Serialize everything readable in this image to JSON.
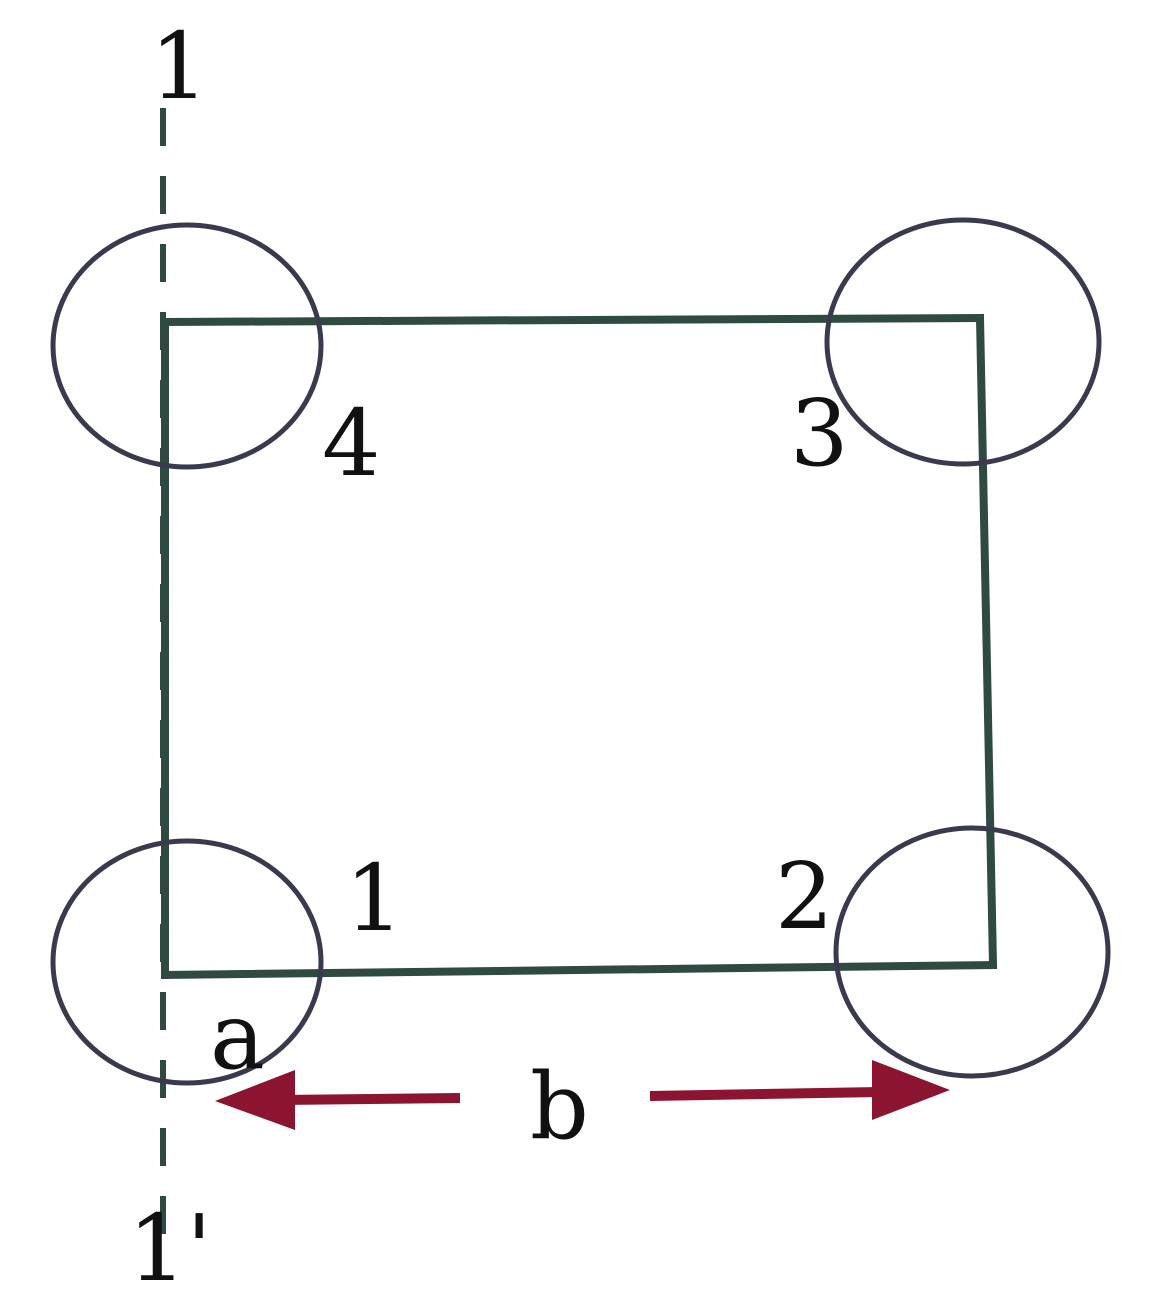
{
  "axis": {
    "top_label": "1",
    "bottom_label": "1'"
  },
  "corners": {
    "c1": "1",
    "c2": "2",
    "c3": "3",
    "c4": "4"
  },
  "dimensions": {
    "a_label": "a",
    "b_label": "b"
  },
  "colors": {
    "frame": "#2f4a40",
    "ring": "#3a3a4e",
    "arrow": "#8b1530",
    "text": "#111111"
  }
}
